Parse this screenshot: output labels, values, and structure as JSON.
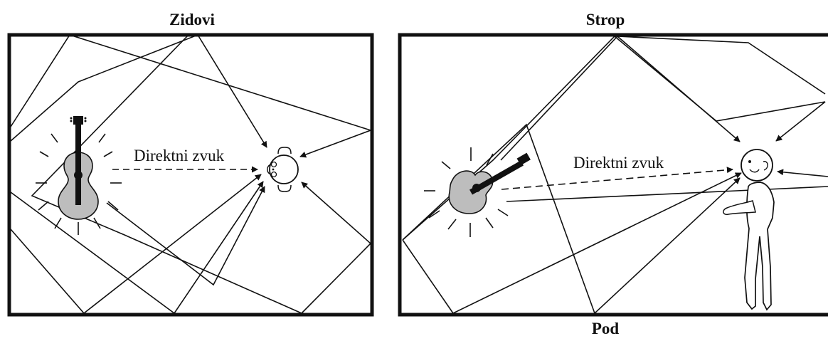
{
  "left_panel": {
    "title": "Zidovi",
    "label": "Direktni zvuk"
  },
  "right_panel": {
    "title": "Strop",
    "bottom_title": "Pod",
    "label": "Direktni zvuk"
  }
}
